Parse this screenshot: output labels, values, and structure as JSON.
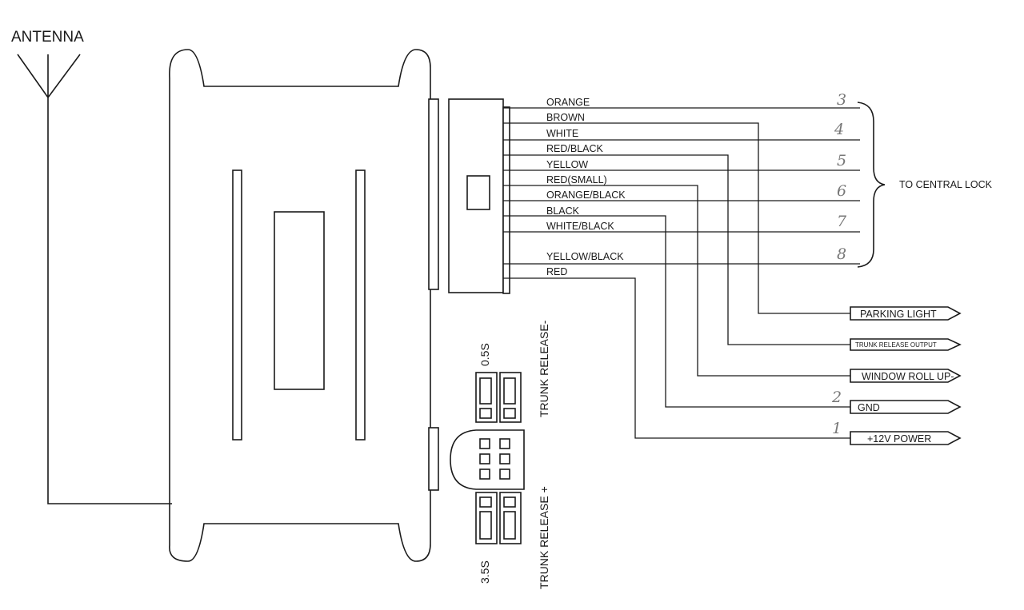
{
  "antenna_label": "ANTENNA",
  "wires": [
    {
      "color": "ORANGE"
    },
    {
      "color": "BROWN"
    },
    {
      "color": "WHITE"
    },
    {
      "color": "RED/BLACK"
    },
    {
      "color": "YELLOW"
    },
    {
      "color": "RED(SMALL)"
    },
    {
      "color": "ORANGE/BLACK"
    },
    {
      "color": "BLACK"
    },
    {
      "color": "WHITE/BLACK"
    },
    {
      "color": "YELLOW/BLACK"
    },
    {
      "color": "RED"
    }
  ],
  "central_lock": {
    "label": "TO CENTRAL LOCK",
    "pins": [
      "3",
      "4",
      "5",
      "6",
      "7",
      "8"
    ]
  },
  "outputs": [
    {
      "label": "PARKING LIGHT",
      "pin": ""
    },
    {
      "label": "TRUNK RELEASE OUTPUT",
      "pin": ""
    },
    {
      "label": "WINDOW ROLL UP-",
      "pin": ""
    },
    {
      "label": "GND",
      "pin": "2"
    },
    {
      "label": "+12V POWER",
      "pin": "1"
    }
  ],
  "jumpers": {
    "top_time": "0.5S",
    "top_label": "TRUNK RELEASE-",
    "bottom_time": "3.5S",
    "bottom_label": "TRUNK RELEASE +"
  }
}
